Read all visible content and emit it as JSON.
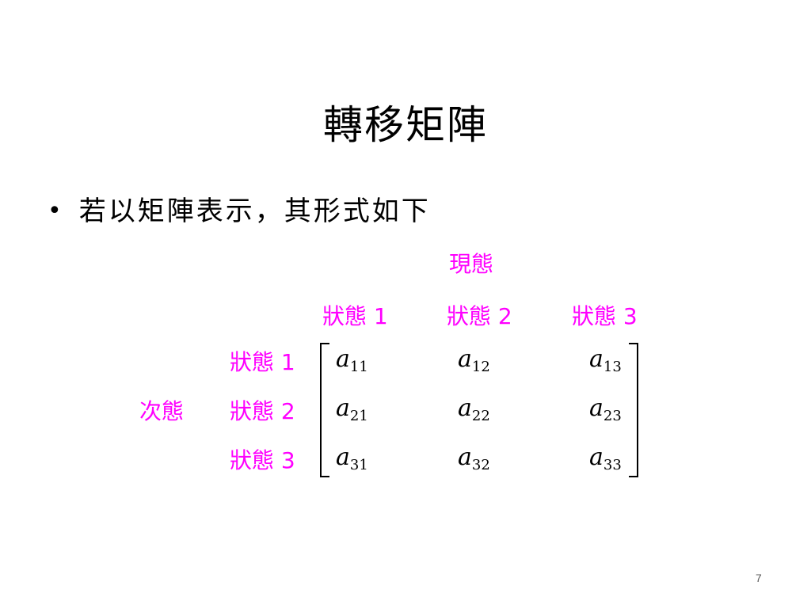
{
  "slide": {
    "title": "轉移矩陣",
    "bullet": "若以矩陣表示，其形式如下",
    "page_number": "7"
  },
  "matrix": {
    "column_header": "現態",
    "row_header": "次態",
    "columns": [
      "狀態 1",
      "狀態 2",
      "狀態 3"
    ],
    "rows": [
      "狀態 1",
      "狀態 2",
      "狀態 3"
    ],
    "cells": [
      [
        {
          "base": "a",
          "sub": "11"
        },
        {
          "base": "a",
          "sub": "12"
        },
        {
          "base": "a",
          "sub": "13"
        }
      ],
      [
        {
          "base": "a",
          "sub": "21"
        },
        {
          "base": "a",
          "sub": "22"
        },
        {
          "base": "a",
          "sub": "23"
        }
      ],
      [
        {
          "base": "a",
          "sub": "31"
        },
        {
          "base": "a",
          "sub": "32"
        },
        {
          "base": "a",
          "sub": "33"
        }
      ]
    ],
    "label_color": "#ff00ff"
  }
}
